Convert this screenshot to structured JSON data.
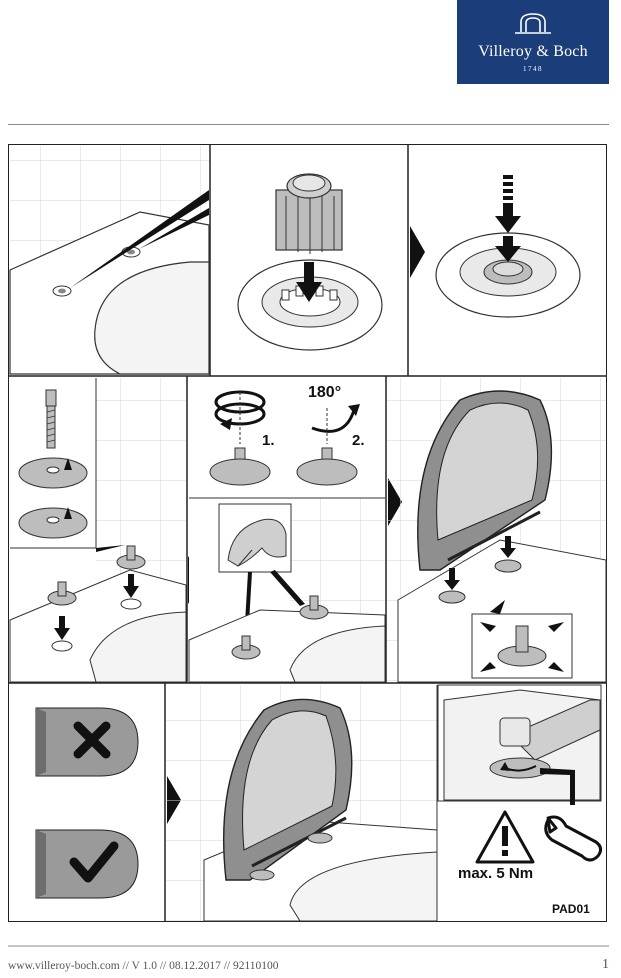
{
  "logo": {
    "brand": "Villeroy & Boch",
    "year": "1748"
  },
  "steps": {
    "rotate_angle": "180°",
    "rotate_step1": "1.",
    "rotate_step2": "2.",
    "torque": "max. 5 Nm"
  },
  "doc_code": "PAD01",
  "footer": {
    "text": "www.villeroy-boch.com // V 1.0 // 08.12.2017 // 92110100",
    "page": "1"
  },
  "icons": [
    "crown-logo-icon",
    "cross-icon",
    "check-icon",
    "warning-icon",
    "wrench-icon"
  ],
  "colors": {
    "brand_blue": "#1b3d7a",
    "panel_grey": "#9a9a9a",
    "line": "#222222"
  }
}
